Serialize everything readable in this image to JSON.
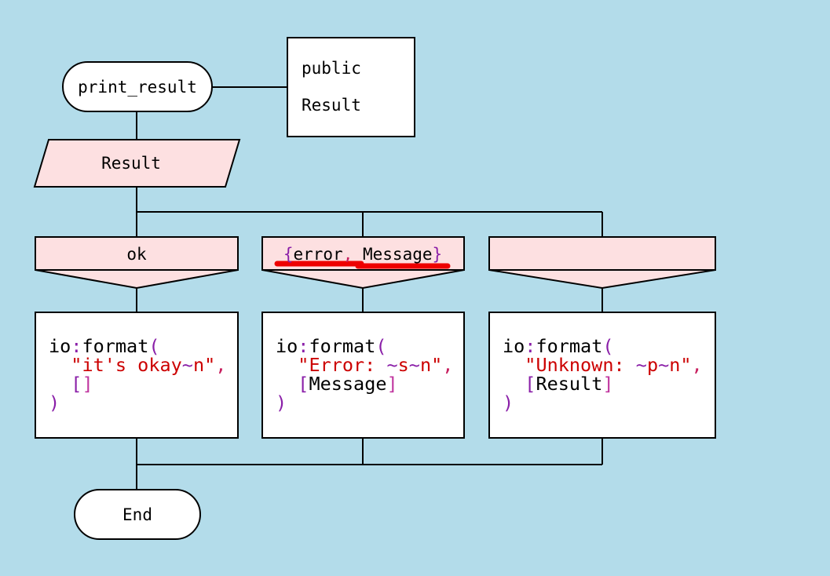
{
  "palette": {
    "background": "#b3dcea",
    "shape_pink": "#fde0e1",
    "shape_white": "#ffffff",
    "line_black": "#000000",
    "string_red": "#cc0000",
    "punct_purple": "#8a1fa8",
    "comma_crimson": "#c71f5e",
    "bracket_magenta": "#c0369f",
    "underline_red": "#ee0000"
  },
  "start": {
    "label": "print_result"
  },
  "annotation": {
    "line1": "public",
    "line2": "Result"
  },
  "input": {
    "label": "Result"
  },
  "branches": [
    {
      "label": [
        {
          "t": "ok",
          "c": "black"
        }
      ],
      "code": [
        [
          {
            "t": "io",
            "c": "black"
          },
          {
            "t": ":",
            "c": "purple"
          },
          {
            "t": "format",
            "c": "black"
          },
          {
            "t": "(",
            "c": "purple"
          }
        ],
        [
          {
            "t": "  ",
            "c": "black"
          },
          {
            "t": "\"it's okay",
            "c": "red"
          },
          {
            "t": "~",
            "c": "purple"
          },
          {
            "t": "n\"",
            "c": "red"
          },
          {
            "t": ",",
            "c": "comma"
          }
        ],
        [
          {
            "t": "  ",
            "c": "black"
          },
          {
            "t": "[",
            "c": "purple"
          },
          {
            "t": "]",
            "c": "magenta"
          }
        ],
        [
          {
            "t": ")",
            "c": "purple"
          }
        ]
      ]
    },
    {
      "label": [
        {
          "t": "{",
          "c": "purple"
        },
        {
          "t": "error",
          "c": "black"
        },
        {
          "t": ",",
          "c": "comma"
        },
        {
          "t": " Message",
          "c": "black"
        },
        {
          "t": "}",
          "c": "purple"
        }
      ],
      "code": [
        [
          {
            "t": "io",
            "c": "black"
          },
          {
            "t": ":",
            "c": "purple"
          },
          {
            "t": "format",
            "c": "black"
          },
          {
            "t": "(",
            "c": "purple"
          }
        ],
        [
          {
            "t": "  ",
            "c": "black"
          },
          {
            "t": "\"Error: ",
            "c": "red"
          },
          {
            "t": "~",
            "c": "purple"
          },
          {
            "t": "s",
            "c": "red"
          },
          {
            "t": "~",
            "c": "purple"
          },
          {
            "t": "n\"",
            "c": "red"
          },
          {
            "t": ",",
            "c": "comma"
          }
        ],
        [
          {
            "t": "  ",
            "c": "black"
          },
          {
            "t": "[",
            "c": "purple"
          },
          {
            "t": "Message",
            "c": "black"
          },
          {
            "t": "]",
            "c": "magenta"
          }
        ],
        [
          {
            "t": ")",
            "c": "purple"
          }
        ]
      ]
    },
    {
      "label": [],
      "code": [
        [
          {
            "t": "io",
            "c": "black"
          },
          {
            "t": ":",
            "c": "purple"
          },
          {
            "t": "format",
            "c": "black"
          },
          {
            "t": "(",
            "c": "purple"
          }
        ],
        [
          {
            "t": "  ",
            "c": "black"
          },
          {
            "t": "\"Unknown: ",
            "c": "red"
          },
          {
            "t": "~",
            "c": "purple"
          },
          {
            "t": "p",
            "c": "red"
          },
          {
            "t": "~",
            "c": "purple"
          },
          {
            "t": "n\"",
            "c": "red"
          },
          {
            "t": ",",
            "c": "comma"
          }
        ],
        [
          {
            "t": "  ",
            "c": "black"
          },
          {
            "t": "[",
            "c": "purple"
          },
          {
            "t": "Result",
            "c": "black"
          },
          {
            "t": "]",
            "c": "magenta"
          }
        ],
        [
          {
            "t": ")",
            "c": "purple"
          }
        ]
      ]
    }
  ],
  "end_node": {
    "label": "End"
  }
}
